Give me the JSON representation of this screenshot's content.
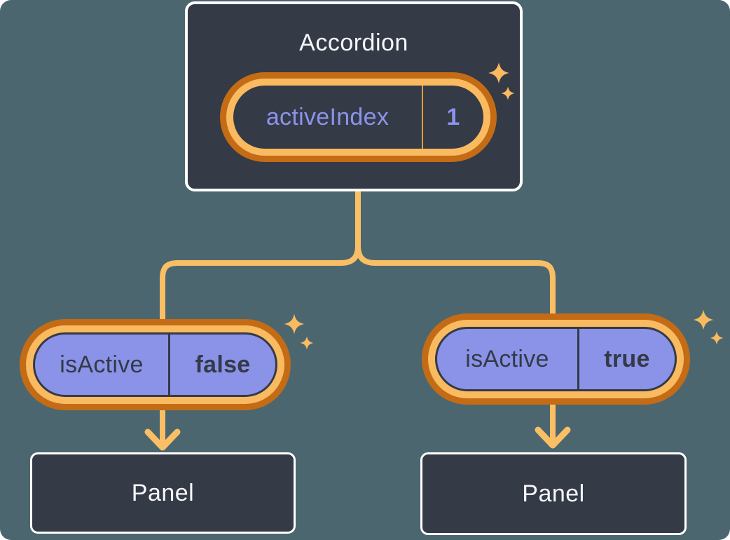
{
  "diagram": {
    "root": {
      "title": "Accordion",
      "state_pill": {
        "label": "activeIndex",
        "value": "1"
      }
    },
    "branches": [
      {
        "prop_pill": {
          "label": "isActive",
          "value": "false"
        },
        "panel_label": "Panel"
      },
      {
        "prop_pill": {
          "label": "isActive",
          "value": "true"
        },
        "panel_label": "Panel"
      }
    ],
    "icons": [
      "sparkle-icon"
    ],
    "colors": {
      "background": "#4C6670",
      "node_fill": "#343A46",
      "node_border": "#FFFFFF",
      "node_text": "#F6F7F9",
      "state_text": "#8B93EA",
      "prop_fill": "#8A93E8",
      "prop_text": "#343A46",
      "ring_outer": "#C46B16",
      "ring_inner": "#F9BA60",
      "connector": "#FABF64",
      "sparkle": "#F9BA60"
    }
  }
}
